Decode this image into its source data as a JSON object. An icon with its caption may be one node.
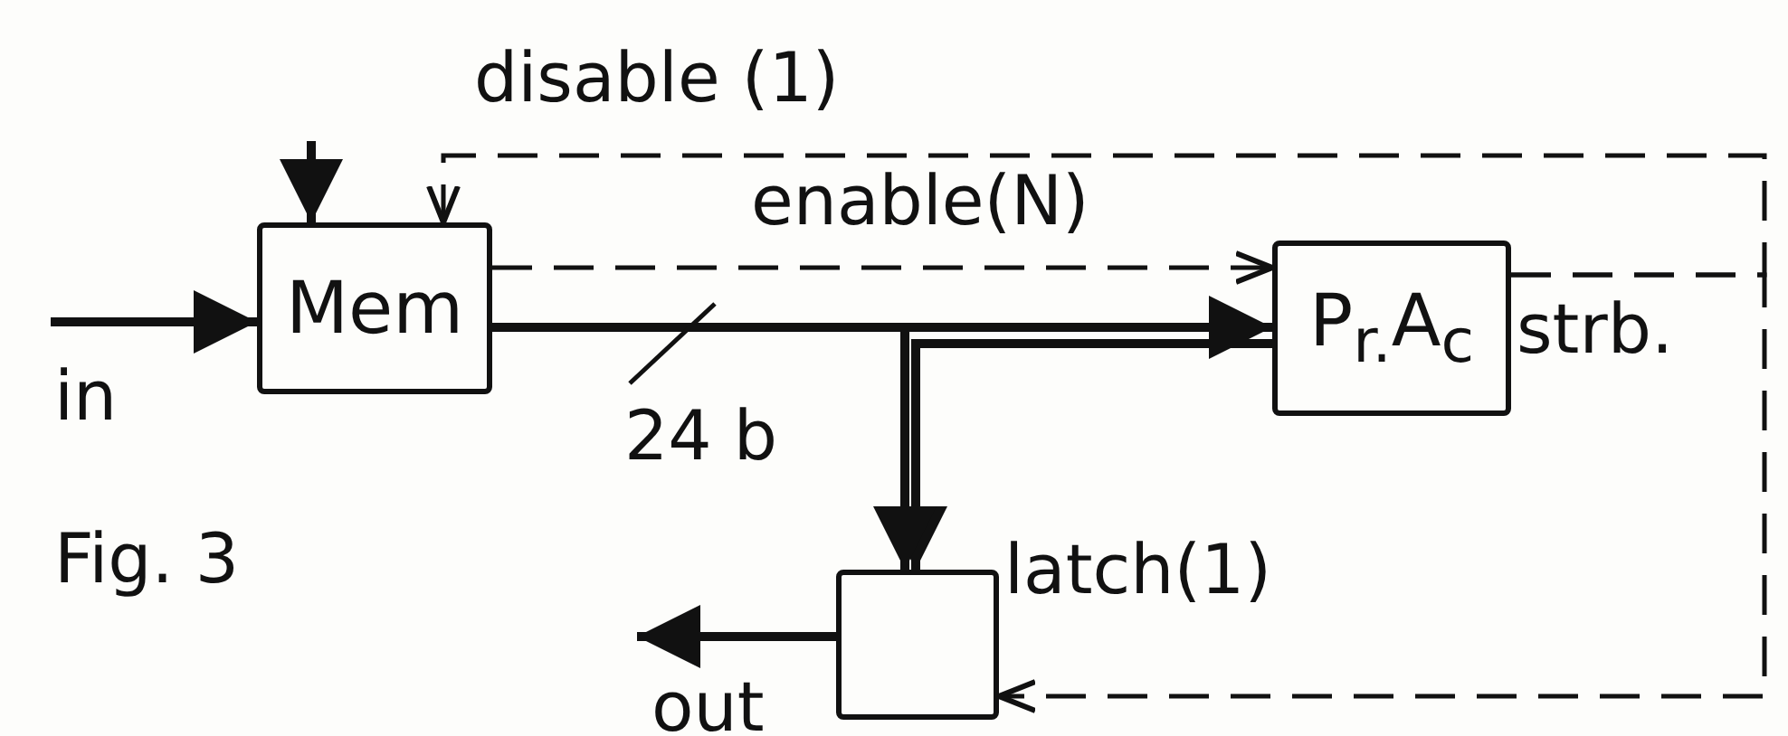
{
  "diagram": {
    "caption": "Fig. 3",
    "nodes": [
      {
        "text": [
          "Mem"
        ]
      },
      {
        "text": [
          "P$_{r.}$A$_{c}$"
        ],
        "beside": [
          "strb."
        ]
      },
      {
        "text": [],
        "shape": "box"
      }
    ],
    "edges": [
      {
        "from": null,
        "to": 0,
        "arrow": "to",
        "label": "in"
      },
      {
        "from": null,
        "to": 0,
        "arrow": "to"
      },
      {
        "from": 1,
        "to": 0,
        "arrow": "to",
        "style": "dashed",
        "label": "disable (1)"
      },
      {
        "from": 0,
        "to": 1,
        "arrow": "to",
        "style": "dashed",
        "label": "enable(N)"
      },
      {
        "from": 0,
        "to": 1,
        "arrow": "to",
        "label": "24 b"
      },
      {
        "from": 1,
        "to": 2,
        "arrow": "to"
      },
      {
        "from": 0,
        "to": 2,
        "arrow": "to"
      },
      {
        "from": 1,
        "to": 2,
        "arrow": "to",
        "style": "dashed",
        "label": "latch(1)"
      },
      {
        "from": 2,
        "to": null,
        "arrow": "to",
        "label": "out"
      }
    ]
  }
}
